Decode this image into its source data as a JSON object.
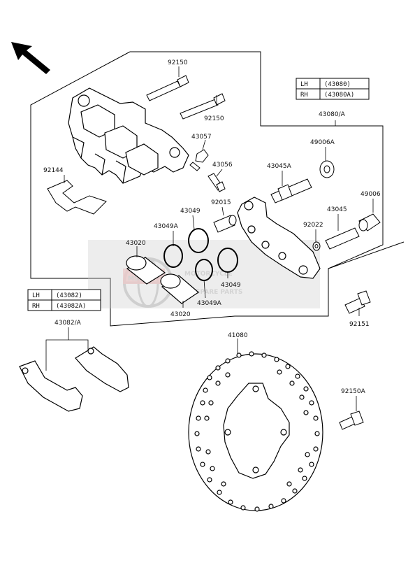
{
  "diagram": {
    "part_labels": {
      "p92150_top": "92150",
      "p92150_mid": "92150",
      "p43057": "43057",
      "p43056": "43056",
      "p92144": "92144",
      "p43045A": "43045A",
      "p49006A": "49006A",
      "p43080A": "43080/A",
      "p92015": "92015",
      "p43049_top": "43049",
      "p43049A_top": "43049A",
      "p43020_top": "43020",
      "p92022": "92022",
      "p43045": "43045",
      "p49006": "49006",
      "p43049_bot": "43049",
      "p43049A_bot": "43049A",
      "p43020_bot": "43020",
      "p92151": "92151",
      "p43082A": "43082/A",
      "p41080": "41080",
      "p92150A": "92150A"
    },
    "ref_table_caliper": {
      "rows": [
        {
          "side": "LH",
          "part": "(43080)"
        },
        {
          "side": "RH",
          "part": "(43080A)"
        }
      ]
    },
    "ref_table_pads": {
      "rows": [
        {
          "side": "LH",
          "part": "(43082)"
        },
        {
          "side": "RH",
          "part": "(43082A)"
        }
      ]
    },
    "watermark": {
      "line1": "MOTORCYCLE",
      "line2": "SPARE PARTS",
      "logo": "MSP"
    },
    "front_arrow_icon": "arrow-up-left-icon"
  }
}
